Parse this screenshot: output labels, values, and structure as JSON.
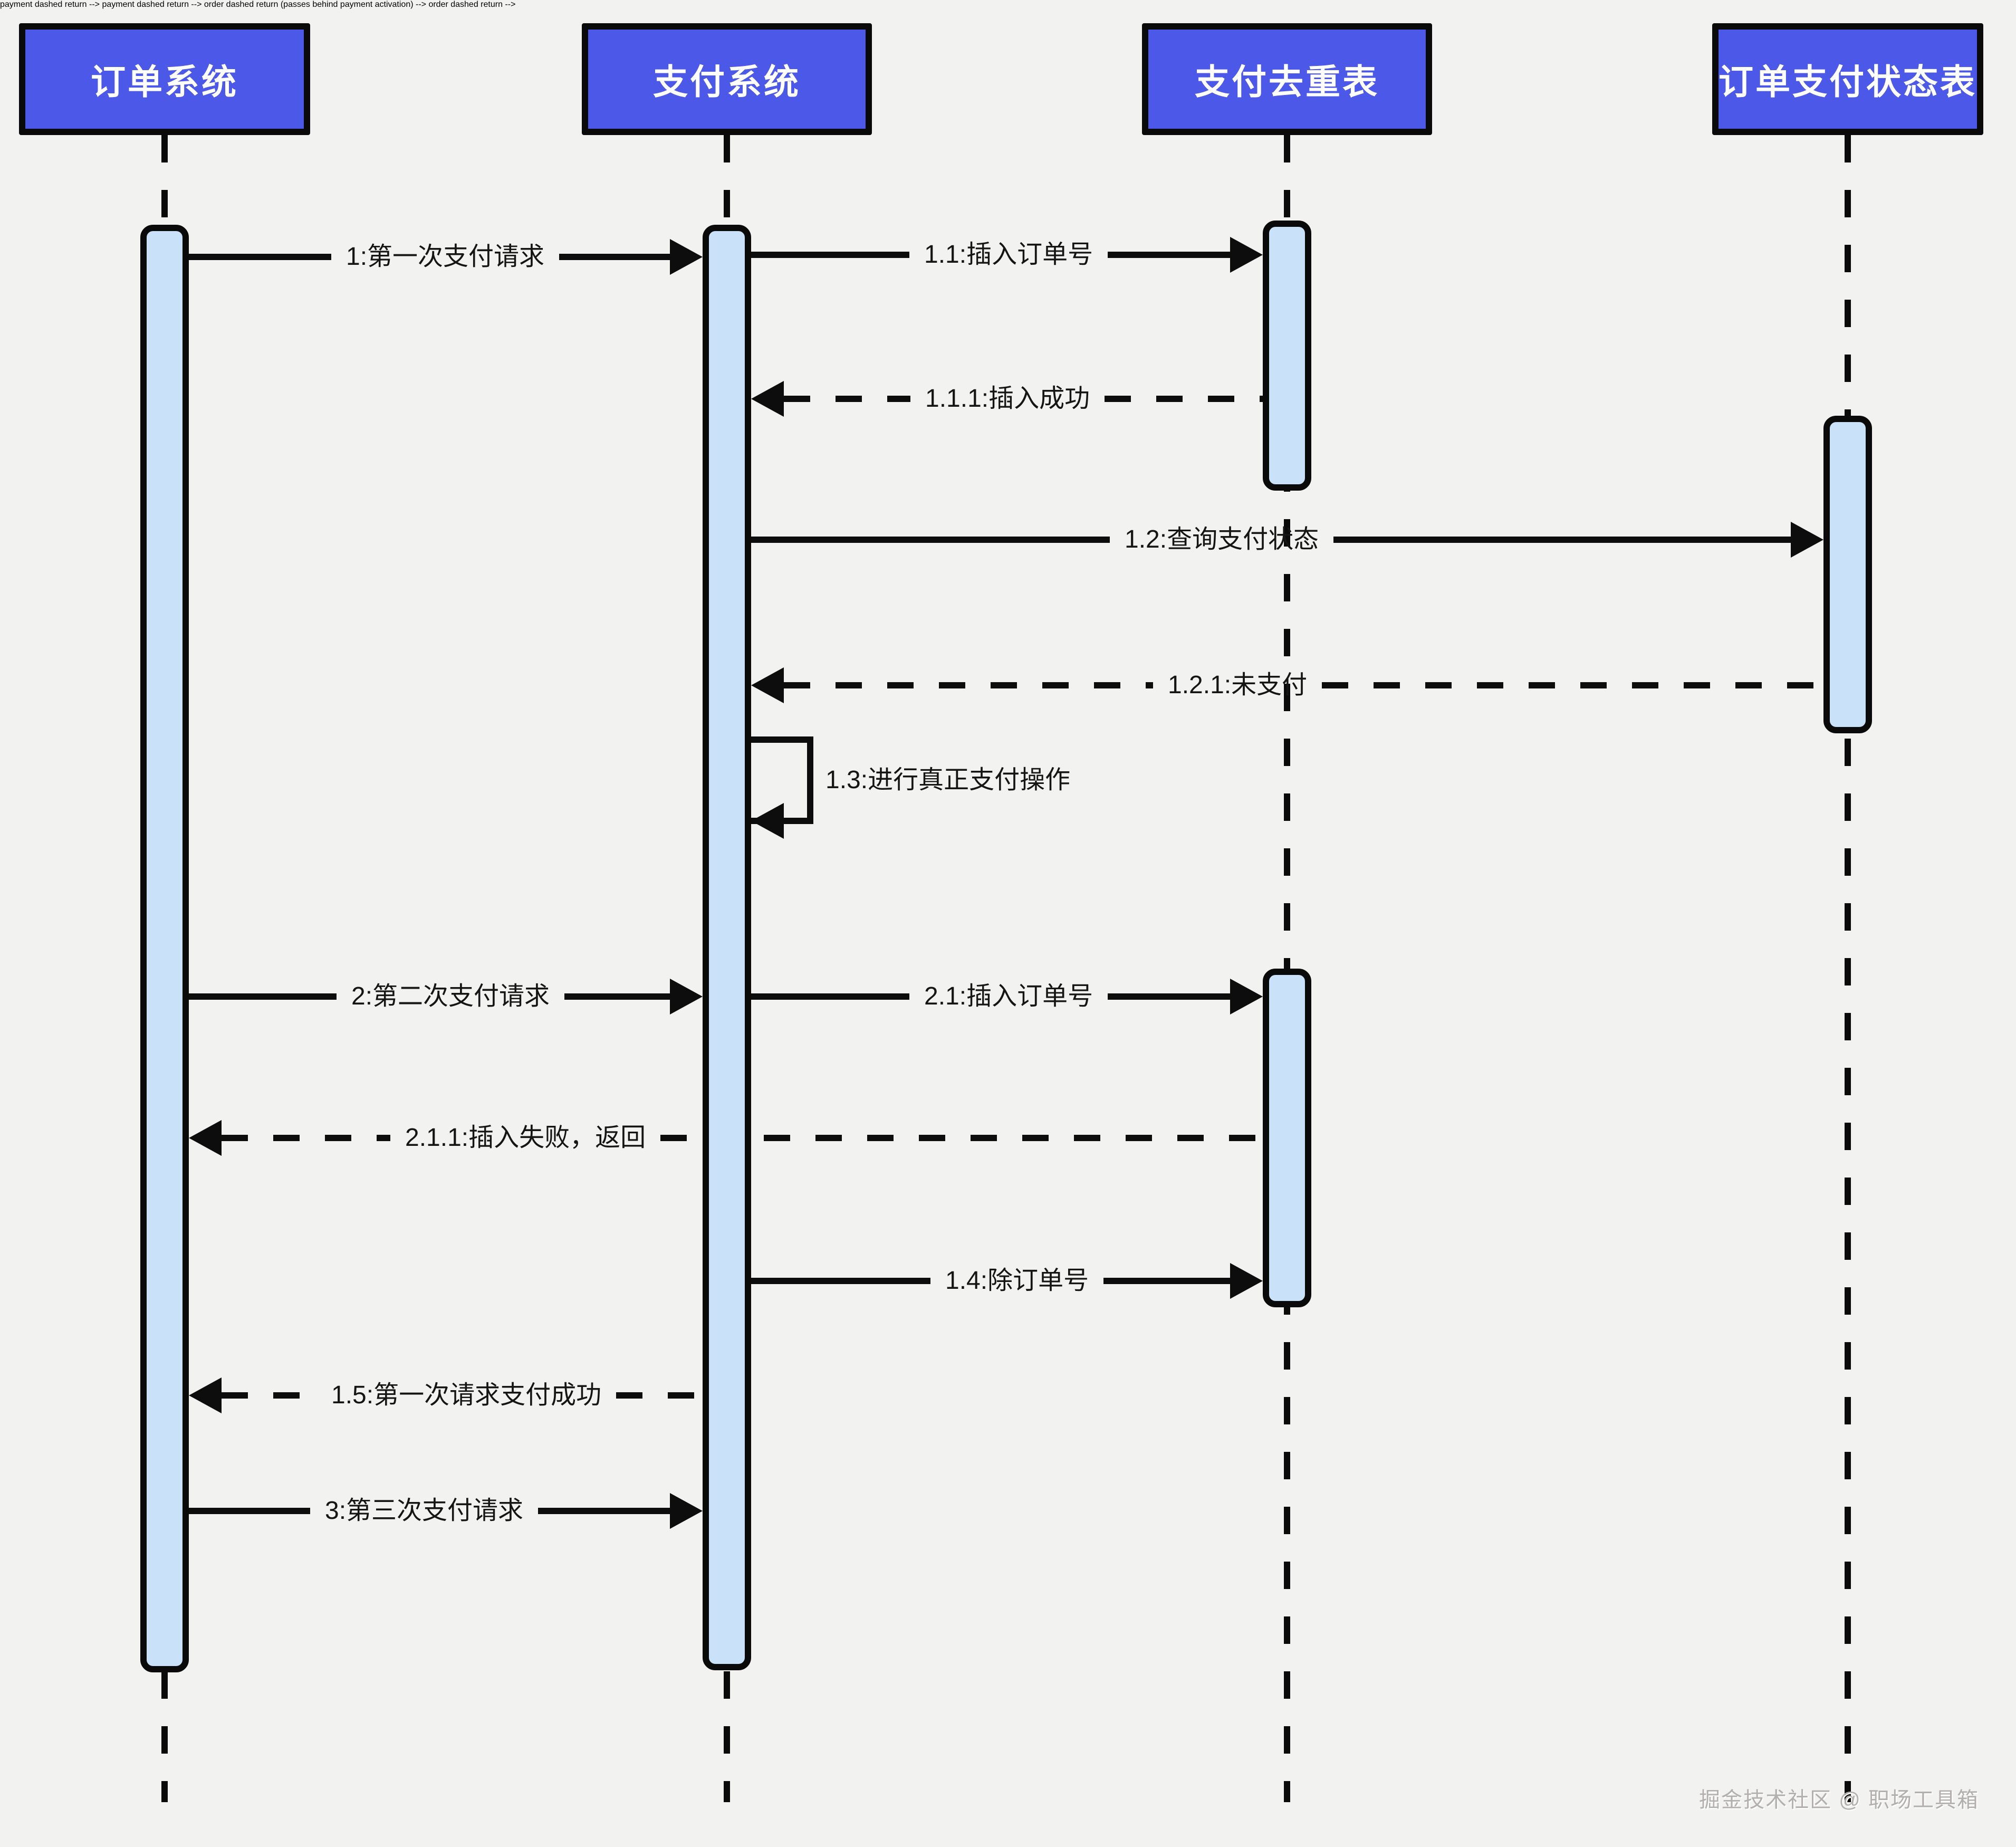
{
  "diagram": {
    "type": "uml-sequence-diagram",
    "background_color": "#f2f2f1",
    "actor_fill_color": "#4b58e8",
    "actor_text_color": "#ffffff",
    "activation_fill_color": "#c9e2fa",
    "line_color": "#0d0d0d"
  },
  "actors": [
    {
      "label": "订单系统"
    },
    {
      "label": "支付系统"
    },
    {
      "label": "支付去重表"
    },
    {
      "label": "订单支付状态表"
    }
  ],
  "messages": [
    {
      "label": "1:第一次支付请求",
      "type": "solid",
      "from": "订单系统",
      "to": "支付系统"
    },
    {
      "label": "1.1:插入订单号",
      "type": "solid",
      "from": "支付系统",
      "to": "支付去重表"
    },
    {
      "label": "1.1.1:插入成功",
      "type": "dashed",
      "from": "支付去重表",
      "to": "支付系统"
    },
    {
      "label": "1.2:查询支付状态",
      "type": "solid",
      "from": "支付系统",
      "to": "订单支付状态表"
    },
    {
      "label": "1.2.1:未支付",
      "type": "dashed",
      "from": "订单支付状态表",
      "to": "支付系统"
    },
    {
      "label": "1.3:进行真正支付操作",
      "type": "self",
      "from": "支付系统",
      "to": "支付系统"
    },
    {
      "label": "2:第二次支付请求",
      "type": "solid",
      "from": "订单系统",
      "to": "支付系统"
    },
    {
      "label": "2.1:插入订单号",
      "type": "solid",
      "from": "支付系统",
      "to": "支付去重表"
    },
    {
      "label": "2.1.1:插入失败，返回",
      "type": "dashed",
      "from": "支付去重表",
      "to": "订单系统"
    },
    {
      "label": "1.4:除订单号",
      "type": "solid",
      "from": "支付系统",
      "to": "支付去重表"
    },
    {
      "label": "1.5:第一次请求支付成功",
      "type": "dashed",
      "from": "支付系统",
      "to": "订单系统"
    },
    {
      "label": "3:第三次支付请求",
      "type": "solid",
      "from": "订单系统",
      "to": "支付系统"
    }
  ],
  "watermark": "掘金技术社区 @ 职场工具箱"
}
